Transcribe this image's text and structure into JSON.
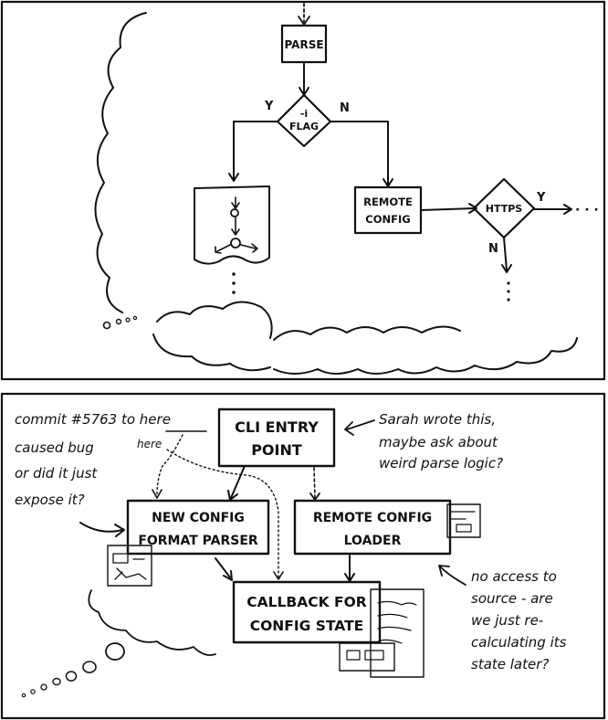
{
  "panel_top": {
    "parse_label": "PARSE",
    "flag_line1": "-i",
    "flag_line2": "FLAG",
    "yes_left": "Y",
    "no_right": "N",
    "remote_line1": "REMOTE",
    "remote_line2": "CONFIG",
    "https_label": "HTTPS",
    "https_yes": "Y",
    "https_no": "N",
    "ellipsis": "· · ·"
  },
  "panel_bottom": {
    "cli_line1": "CLI ENTRY",
    "cli_line2": "POINT",
    "new_config_line1": "NEW CONFIG",
    "new_config_line2": "FORMAT PARSER",
    "remote_loader_line1": "REMOTE CONFIG",
    "remote_loader_line2": "LOADER",
    "callback_line1": "CALLBACK FOR",
    "callback_line2": "CONFIG STATE",
    "note_commit_line1": "commit #5763 to here",
    "note_commit_line2": "caused bug",
    "note_commit_line3": "or did it just",
    "note_commit_line4": "expose it?",
    "note_here": "here",
    "note_sarah_line1": "Sarah wrote this,",
    "note_sarah_line2": "maybe ask about",
    "note_sarah_line3": "weird parse logic?",
    "note_access_line1": "no access to",
    "note_access_line2": "source - are",
    "note_access_line3": "we just re-",
    "note_access_line4": "calculating its",
    "note_access_line5": "state later?"
  }
}
